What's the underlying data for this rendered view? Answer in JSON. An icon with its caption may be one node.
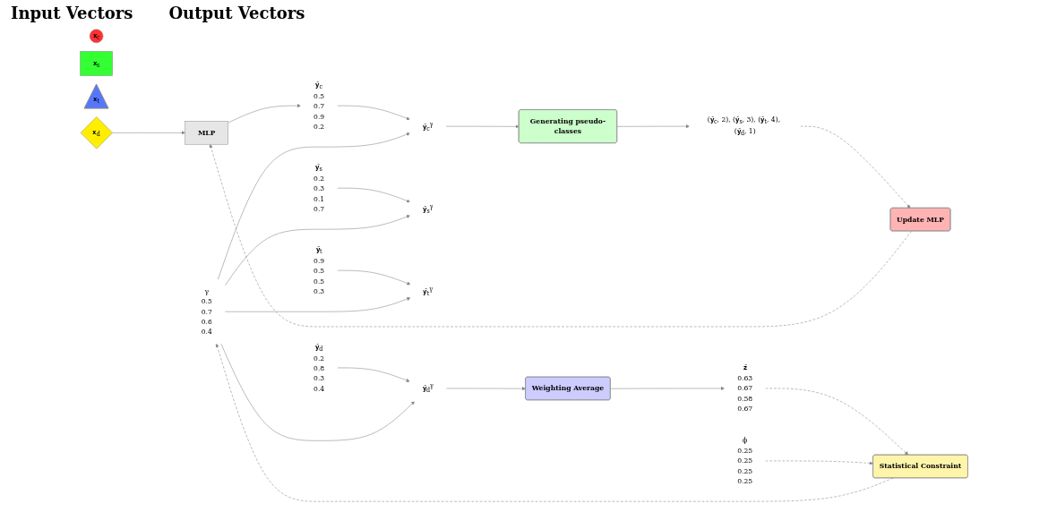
{
  "diagram": {
    "nodes": [
      {
        "text": [
          "𝐱$_{c}$"
        ]
      },
      {
        "text": [
          "𝐱$_{s}$"
        ]
      },
      {
        "text": [
          "𝐱$_{t}$"
        ]
      },
      {
        "text": [
          "𝐱$_{d}$"
        ]
      },
      {
        "text": [
          "MLP"
        ]
      },
      {
        "text": [
          "𝐲̂$_{c}$",
          "0.5 0.7 0.9 0.2"
        ]
      },
      {
        "text": [
          "𝐲̂$_{s}$",
          "0.2 0.3 0.1 0.7"
        ]
      },
      {
        "text": [
          "𝐲̂$_{t}$",
          "0.9 0.5 0.5 0.3"
        ]
      },
      {
        "text": [
          "𝐲̂$_{d}$",
          "0.2 0.8 0.3 0.4"
        ]
      },
      {
        "text": [
          "γ",
          "0.5 0.7 0.6 0.4"
        ]
      },
      {
        "text": [
          "ϕ",
          "0.25 0.25 0.25 0.25"
        ]
      },
      {
        "text": [
          "𝐲̂$_{c}$$^{γ}$"
        ]
      },
      {
        "text": [
          "𝐲̂$_{s}$$^{γ}$"
        ]
      },
      {
        "text": [
          "𝐲̂$_{t}$$^{γ}$"
        ]
      },
      {
        "text": [
          "𝐲̂$_{d}$$^{γ}$"
        ]
      },
      {
        "text": [
          "Update MLP"
        ]
      },
      {
        "text": [
          "Generating pseudo-classes"
        ]
      },
      {
        "text": [
          "Weighting Average"
        ]
      },
      {
        "text": [
          "Statistical Constraint"
        ]
      },
      {
        "text": [
          "(𝐲̂$_{c}$, 2), (𝐲̂$_{s}$, 3), (𝐲̂$_{t}$, 4), (𝐲̂$_{d}$, 1)"
        ]
      },
      {
        "text": [
          "𝐳̂",
          "0.63 0.67 0.58 0.67"
        ]
      }
    ],
    "edges": [
      {
        "from": 3,
        "to": 4,
        "arrow": "to"
      },
      {
        "from": 4,
        "to": 5,
        "arrow": "to"
      },
      {
        "from": 5,
        "to": 11,
        "arrow": "to"
      },
      {
        "from": 6,
        "to": 12,
        "arrow": "to"
      },
      {
        "from": 7,
        "to": 13,
        "arrow": "to"
      },
      {
        "from": 8,
        "to": 14,
        "arrow": "to"
      },
      {
        "from": 9,
        "to": 11,
        "arrow": "to"
      },
      {
        "from": 9,
        "to": 12,
        "arrow": "to"
      },
      {
        "from": 9,
        "to": 13,
        "arrow": "to"
      },
      {
        "from": 9,
        "to": 14,
        "arrow": "to"
      },
      {
        "from": 11,
        "to": 16,
        "arrow": "to"
      },
      {
        "from": 14,
        "to": 17,
        "arrow": "to"
      },
      {
        "from": 16,
        "to": 19,
        "arrow": "to"
      },
      {
        "from": 19,
        "to": 15,
        "arrow": "to",
        "style": "dashed"
      },
      {
        "from": 15,
        "to": 4,
        "arrow": "to",
        "style": "dashed"
      },
      {
        "from": 17,
        "to": 20,
        "arrow": "to"
      },
      {
        "from": 20,
        "to": 18,
        "arrow": "to",
        "style": "dashed"
      },
      {
        "from": 18,
        "to": 9,
        "arrow": "to",
        "style": "dashed"
      },
      {
        "from": 10,
        "to": 18,
        "arrow": "to",
        "style": "dashed"
      }
    ],
    "labels": [
      "Input Vectors",
      "Output Vectors"
    ]
  }
}
